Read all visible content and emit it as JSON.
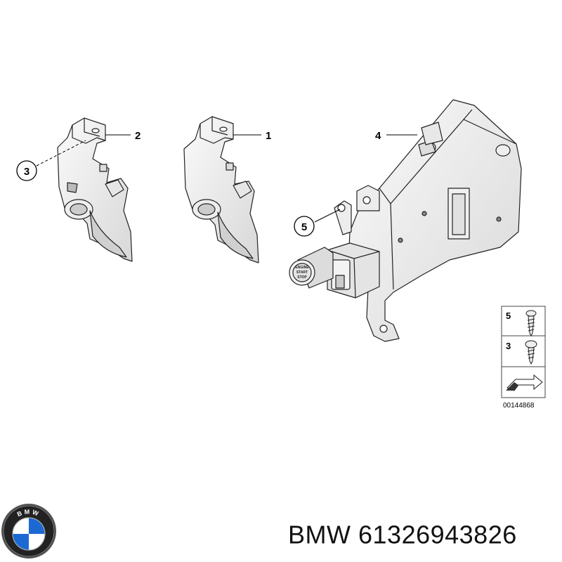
{
  "callouts": {
    "c1": "1",
    "c2": "2",
    "c3": "3",
    "c4": "4",
    "c5": "5"
  },
  "legend": {
    "row1_label": "5",
    "row2_label": "3"
  },
  "drawing_ref": "00144868",
  "engine_button_text": [
    "ENGINE",
    "START",
    "STOP"
  ],
  "logo": {
    "text": "BMW",
    "colors": {
      "blue": "#1c69d4",
      "black": "#111111",
      "white": "#ffffff"
    }
  },
  "footer": {
    "brand": "BMW",
    "part_number": "61326943826"
  }
}
